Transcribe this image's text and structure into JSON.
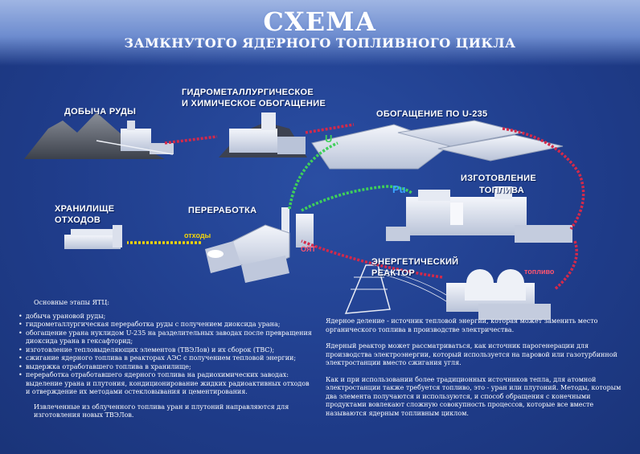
{
  "title": "СХЕМА",
  "subtitle": "ЗАМКНУТОГО ЯДЕРНОГО ТОПЛИВНОГО ЦИКЛА",
  "stages": {
    "mining": "ДОБЫЧА РУДЫ",
    "hydromet_line1": "ГИДРОМЕТАЛЛУРГИЧЕСКОЕ",
    "hydromet_line2": "И ХИМИЧЕСКОЕ ОБОГАЩЕНИЕ",
    "enrichment": "ОБОГАЩЕНИЕ ПО U-235",
    "fuel_line1": "ИЗГОТОВЛЕНИЕ",
    "fuel_line2": "ТОПЛИВА",
    "storage_line1": "ХРАНИЛИЩЕ",
    "storage_line2": "ОТХОДОВ",
    "reprocessing": "ПЕРЕРАБОТКА",
    "reactor_line1": "ЭНЕРГЕТИЧЕСКИЙ",
    "reactor_line2": "РЕАКТОР"
  },
  "flow_labels": {
    "uranium": "U",
    "plutonium": "Pu",
    "waste": "отходы",
    "spent_fuel": "ОЯТ",
    "fuel": "топливо"
  },
  "left_text": {
    "heading": "Основные этапы ЯТЦ:",
    "steps": [
      "добыча урановой руды;",
      "гидрометаллургическая переработка руды с получением диоксида урана;",
      "обогащение урана нуклидом U-235 на разделительных заводах после превращения диоксида урана в гексафторид;",
      "изготовление тепловыделяющих элементов (ТВЭЛов) и их сборок (ТВС);",
      "сжигание ядерного топлива в реакторах АЭС с получением тепловой энергии;",
      "выдержка отработавшего топлива в хранилище;",
      "переработка отработавшего ядерного топлива на радиохимических заводах:  выделение урана и плутония, кондиционирование жидких радиоактивных  отходов и отверждение их методами остекловывания и цементирования."
    ],
    "footer": "Извлеченные из облученного топлива уран и плутоний направляются для изготовления новых ТВЭЛов."
  },
  "right_text": {
    "p1": "Ядерное деление - источник тепловой энергии, которая может заменить место органического топлива в производстве электричества.",
    "p2": "Ядерный реактор может рассматриваться, как источник парогенерации для производства электроэнергии, который используется на паровой или газотурбинной электростанции вместо сжигания угля.",
    "p3": "Как и при использовании более традиционных источников тепла, для атомной электростанции также требуется топливо, это - уран или плутоний. Методы, которым два элемента получаются и используются, и способ обращения с конечными продуктами вовлекают сложную совокупность процессов, которые все вместе называются ядерным топливным циклом."
  },
  "colors": {
    "background": "#22408f",
    "flow_red": "#d4294a",
    "flow_green": "#3fcf5a",
    "flow_yellow": "#f2d40a",
    "pu_blue": "#3aa6ff",
    "u_green": "#3fcf5a"
  }
}
